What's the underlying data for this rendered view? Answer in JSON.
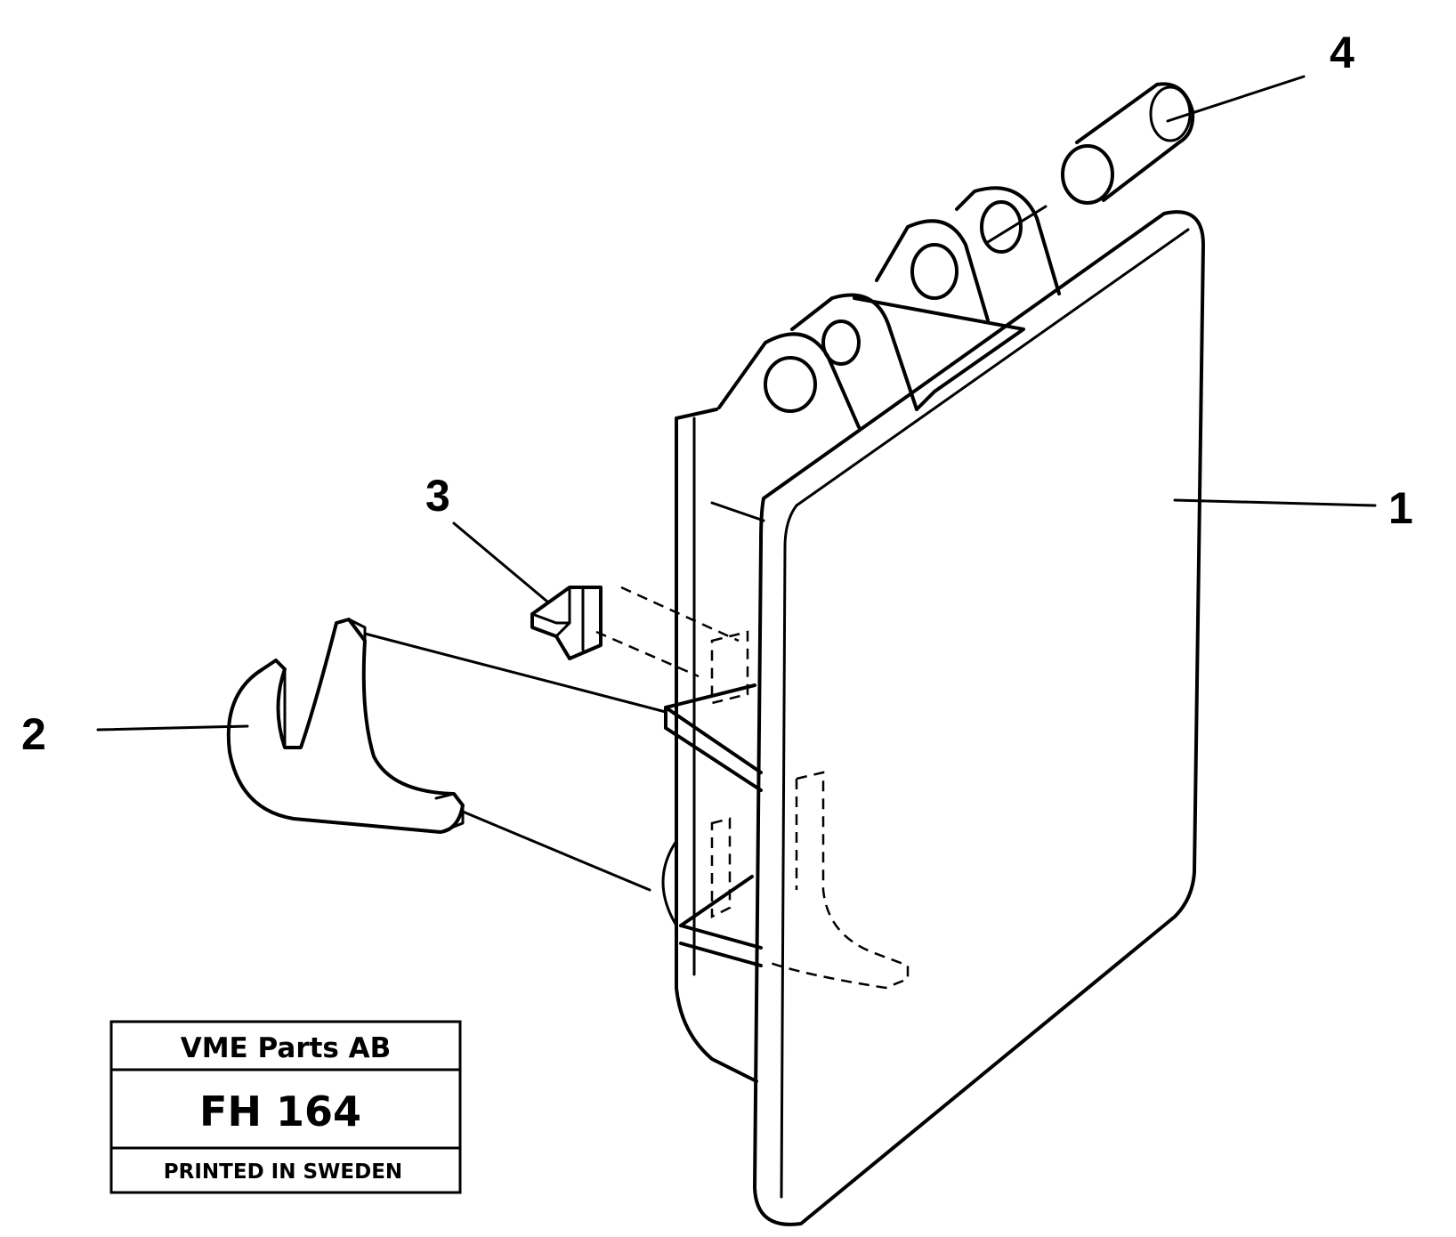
{
  "callouts": {
    "c1": "1",
    "c2": "2",
    "c3": "3",
    "c4": "4"
  },
  "title_box": {
    "company": "VME Parts AB",
    "code": "FH 164",
    "footer": "PRINTED IN SWEDEN"
  }
}
